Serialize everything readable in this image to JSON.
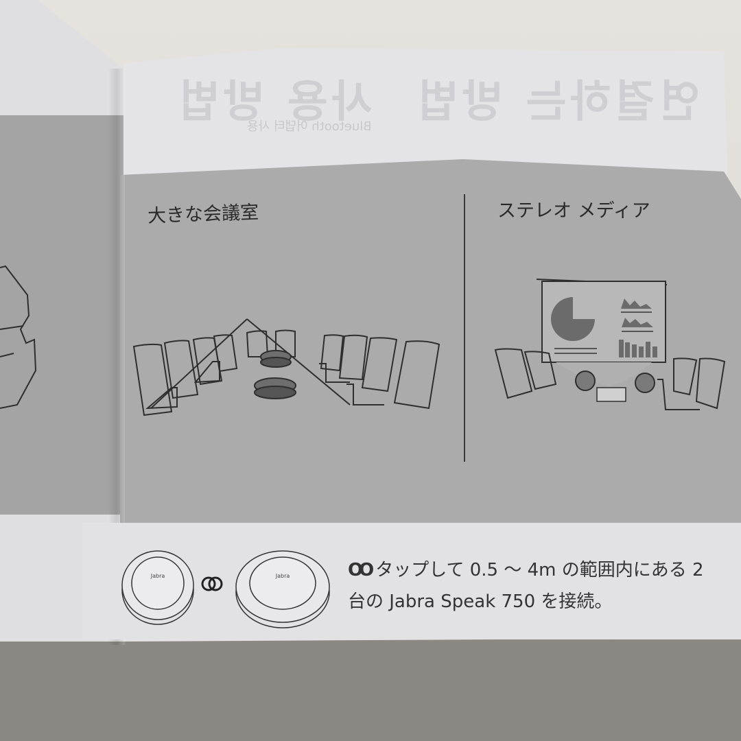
{
  "document": {
    "type": "printed manual page (photo)",
    "product": "Jabra Speak 750",
    "reverse_page_ghost_text": {
      "title_left": "사용 방법",
      "title_right": "연결하는 방법",
      "subtitle": "Bluetooth 어댑터 사용"
    }
  },
  "illustrations": [
    {
      "id": "large-meeting-room",
      "label": "大きな会議室",
      "description": "Long conference table with chairs, laptops and two speakerphones"
    },
    {
      "id": "stereo-media",
      "label": "ステレオ メディア",
      "description": "Projection screen with pie, area and bar charts; two speakerphones flanking a projector"
    }
  ],
  "pairing_instruction": {
    "icon": "link-icon",
    "icon_glyph": "OO",
    "line1": "タップして 0.5 〜 4m の範囲内にある 2",
    "line2": "台の Jabra Speak 750 を接続。",
    "speaker_brand": "Jabra"
  },
  "colors": {
    "page": "#e4e3e6",
    "panel": "#ababab",
    "ink": "#2a2a2a",
    "table_surface": "#8f8b86"
  }
}
